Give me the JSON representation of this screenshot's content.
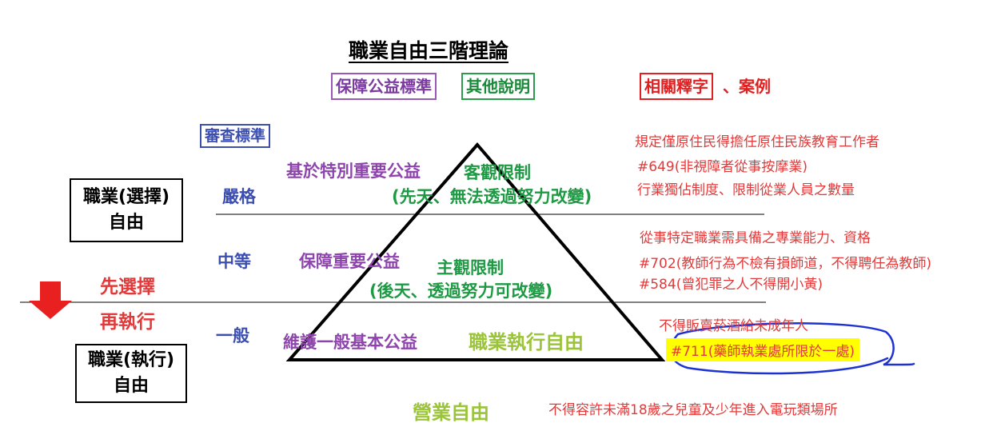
{
  "title": "職業自由三階理論",
  "legend": {
    "public_interest": "保障公益標準",
    "other_notes": "其他說明",
    "interpretations": "相關釋字",
    "cases": "、案例"
  },
  "review_standard_label": "審查標準",
  "left_boxes": {
    "selection": [
      "職業(選擇)",
      "自由"
    ],
    "execution": [
      "職業(執行)",
      "自由"
    ]
  },
  "steps": {
    "first": "先選擇",
    "then": "再執行"
  },
  "levels": [
    {
      "standard": "嚴格",
      "interest": "基於特別重要公益",
      "restriction": "客觀限制",
      "restriction_note": "(先天、無法透過努力改變)",
      "examples": [
        "規定僅原住民得擔任原住民族教育工作者",
        "#649(非視障者從事按摩業)",
        "行業獨佔制度、限制從業人員之數量"
      ]
    },
    {
      "standard": "中等",
      "interest": "保障重要公益",
      "restriction": "主觀限制",
      "restriction_note": "(後天、透過努力可改變)",
      "examples": [
        "從事特定職業需具備之專業能力、資格",
        "#702(教師行為不檢有損師道，不得聘任為教師)",
        "#584(曾犯罪之人不得開小黃)"
      ]
    },
    {
      "standard": "一般",
      "interest": "維護一般基本公益",
      "restriction": "職業執行自由",
      "examples": [
        "不得販賣菸酒給未成年人",
        "#711(藥師執業處所限於一處)"
      ]
    }
  ],
  "business_freedom": {
    "label": "營業自由",
    "example": "不得容許未滿18歲之兒童及少年進入電玩類場所"
  },
  "colors": {
    "purple": "#8e44ad",
    "green": "#1f9a44",
    "lime": "#9bc43a",
    "red": "#e23a3a",
    "blue": "#3c4fb0",
    "highlight": "#ffff00",
    "circle": "#1e32d2"
  }
}
